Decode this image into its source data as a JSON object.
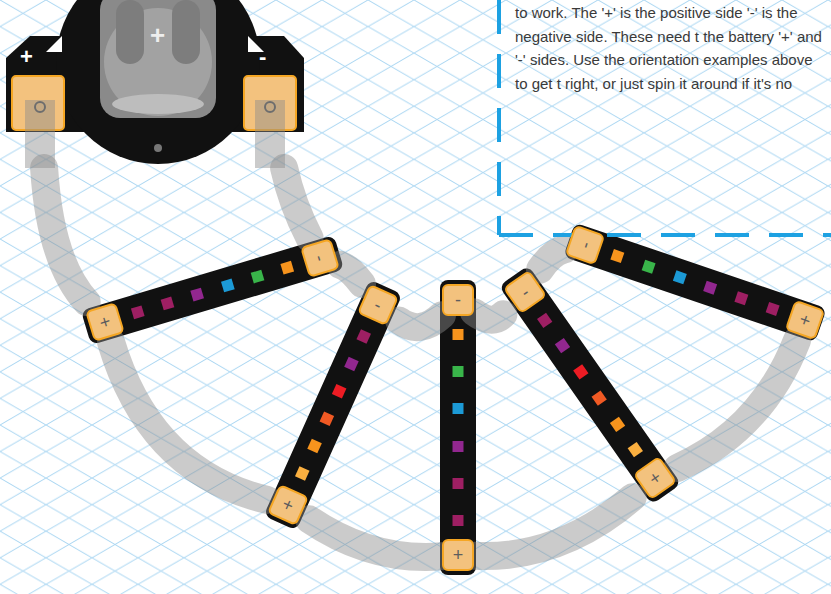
{
  "diagram": {
    "nodes": [
      {
        "text": [
          "+",
          "+",
          "-"
        ]
      },
      {
        "text": [
          "to work. The '+' is the positive side '-' is the negative side. These need t the battery '+' and '-' sides. Use the orientation examples above to get t right, or just spin it around if it's no"
        ]
      },
      {
        "text": [
          "+"
        ]
      },
      {
        "text": [
          "-"
        ]
      },
      {
        "text": [
          "-"
        ]
      },
      {
        "text": [
          "+"
        ]
      },
      {
        "text": [
          "-"
        ]
      },
      {
        "text": [
          "+"
        ]
      },
      {
        "text": [
          "-"
        ]
      },
      {
        "text": [
          "+"
        ]
      },
      {
        "text": [
          "-"
        ]
      },
      {
        "text": [
          "+"
        ]
      }
    ],
    "edges": [
      {
        "from": 0,
        "to": 2,
        "arrow": "none"
      },
      {
        "from": 0,
        "to": 3,
        "arrow": "none"
      },
      {
        "from": 2,
        "to": 5,
        "arrow": "none"
      },
      {
        "from": 5,
        "to": 7,
        "arrow": "none"
      },
      {
        "from": 7,
        "to": 9,
        "arrow": "none"
      },
      {
        "from": 9,
        "to": 11,
        "arrow": "none"
      },
      {
        "from": 3,
        "to": 4,
        "arrow": "none"
      },
      {
        "from": 4,
        "to": 6,
        "arrow": "none"
      },
      {
        "from": 6,
        "to": 8,
        "arrow": "none"
      },
      {
        "from": 8,
        "to": 10,
        "arrow": "none"
      }
    ]
  }
}
